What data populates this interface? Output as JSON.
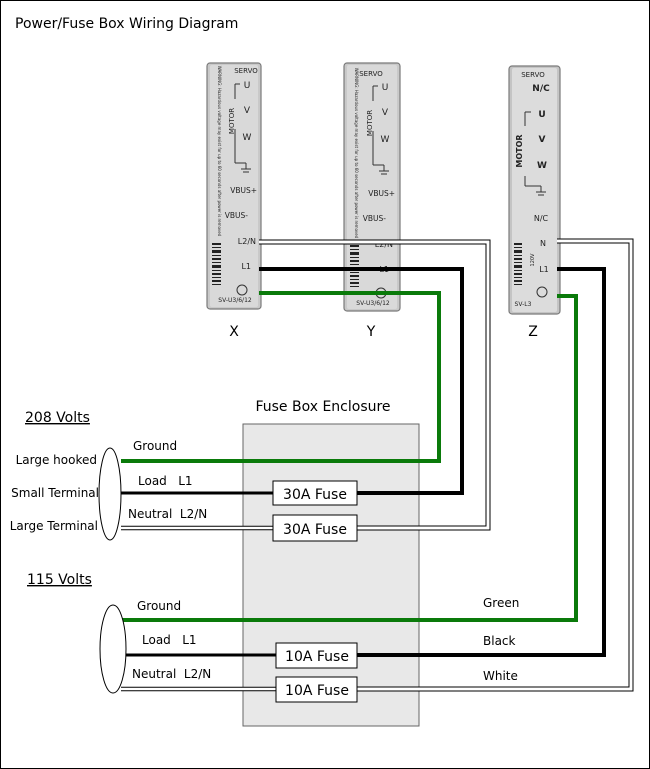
{
  "title": "Power/Fuse Box Wiring Diagram",
  "drives": [
    {
      "name": "X",
      "servo": "SERVO",
      "u": "U",
      "v": "V",
      "w": "W",
      "motor": "MOTOR",
      "vbus_plus": "VBUS+",
      "vbus_minus": "VBUS-",
      "l2n": "L2/N",
      "l1": "L1",
      "model": "SV-U3/6/12",
      "warning": "WARNING: Hazardous voltage may exist for up to 60 seconds after power is removed"
    },
    {
      "name": "Y",
      "servo": "SERVO",
      "u": "U",
      "v": "V",
      "w": "W",
      "motor": "MOTOR",
      "vbus_plus": "VBUS+",
      "vbus_minus": "VBUS-",
      "l2n": "L2/N",
      "l1": "L1",
      "model": "SV-U3/6/12",
      "warning": "WARNING: Hazardous voltage may exist for up to 60 seconds after power is removed"
    },
    {
      "name": "Z",
      "servo": "SERVO",
      "nc_top": "N/C",
      "u": "U",
      "v": "V",
      "w": "W",
      "motor": "MOTOR",
      "nc_mid": "N/C",
      "n": "N",
      "l1": "L1",
      "voltage": "120V",
      "model": "SV-L3"
    }
  ],
  "enclosure_label": "Fuse Box Enclosure",
  "section_208": {
    "heading": "208 Volts",
    "terminals": [
      "Large hooked",
      "Small Terminal",
      "Large Terminal"
    ],
    "wires": {
      "ground": "Ground",
      "load": "Load   L1",
      "neutral": "Neutral  L2/N"
    },
    "fuses": [
      "30A Fuse",
      "30A Fuse"
    ]
  },
  "section_115": {
    "heading": "115 Volts",
    "wires": {
      "ground": "Ground",
      "load": "Load   L1",
      "neutral": "Neutral  L2/N"
    },
    "fuses": [
      "10A Fuse",
      "10A Fuse"
    ],
    "colors": [
      "Green",
      "Black",
      "White"
    ]
  },
  "wire_colors": {
    "ground": "#0a7a0a",
    "hot": "#000000",
    "neutral": "#ffffff",
    "enclosure": "#e8e8e8"
  }
}
